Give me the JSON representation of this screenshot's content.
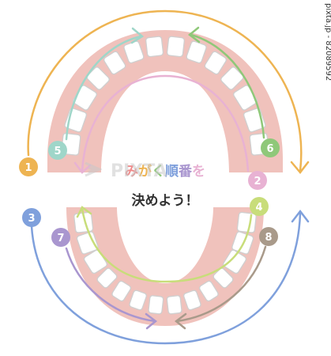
{
  "title": {
    "line1": "みがく順番を",
    "line2": "決めよう！"
  },
  "steps": [
    {
      "label": "1",
      "color": "#eeb452"
    },
    {
      "label": "2",
      "color": "#e8b2d3"
    },
    {
      "label": "3",
      "color": "#7fa0dc"
    },
    {
      "label": "4",
      "color": "#c8dd7a"
    },
    {
      "label": "5",
      "color": "#9fd6c9"
    },
    {
      "label": "6",
      "color": "#8fc879"
    },
    {
      "label": "7",
      "color": "#a996cf"
    },
    {
      "label": "8",
      "color": "#a99a8a"
    }
  ],
  "colors": {
    "gum": "#f0c2bc",
    "tooth_stroke": "#cfcfcf",
    "tooth_fill": "#ffffff",
    "title_line1": [
      "#f08a8a",
      "#eeb452",
      "#8fc879",
      "#7fa0dc",
      "#a996cf",
      "#e8b2d3"
    ],
    "title_line2": "#333333"
  },
  "watermark": "PIXTA",
  "side_text": "pixta.jp - 82089592"
}
